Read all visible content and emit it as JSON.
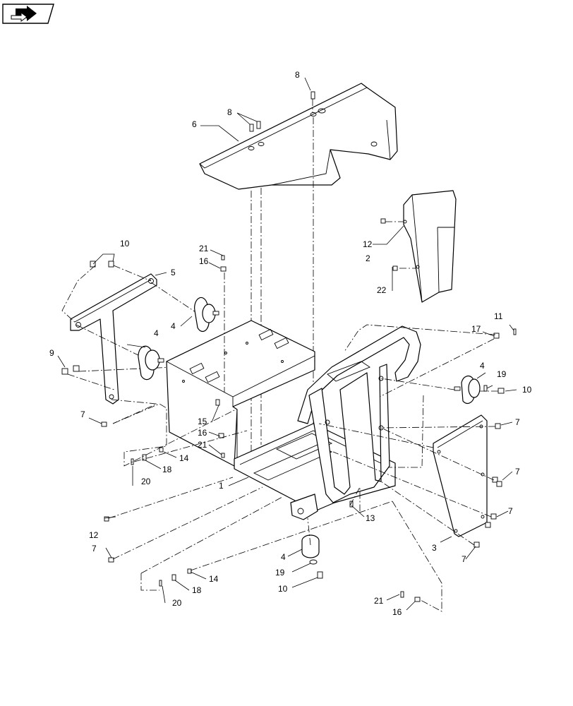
{
  "nav_icon": "right-arrow-icon",
  "callouts": [
    {
      "id": "c8a",
      "text": "8"
    },
    {
      "id": "c8b",
      "text": "8"
    },
    {
      "id": "c6",
      "text": "6"
    },
    {
      "id": "c12a",
      "text": "12"
    },
    {
      "id": "c2",
      "text": "2"
    },
    {
      "id": "c22",
      "text": "22"
    },
    {
      "id": "c10a",
      "text": "10"
    },
    {
      "id": "c5",
      "text": "5"
    },
    {
      "id": "c21a",
      "text": "21"
    },
    {
      "id": "c16a",
      "text": "16"
    },
    {
      "id": "c4a",
      "text": "4"
    },
    {
      "id": "c4b",
      "text": "4"
    },
    {
      "id": "c9",
      "text": "9"
    },
    {
      "id": "c7a",
      "text": "7"
    },
    {
      "id": "c15",
      "text": "15"
    },
    {
      "id": "c16b",
      "text": "16"
    },
    {
      "id": "c21b",
      "text": "21"
    },
    {
      "id": "c14a",
      "text": "14"
    },
    {
      "id": "c18a",
      "text": "18"
    },
    {
      "id": "c20a",
      "text": "20"
    },
    {
      "id": "c1",
      "text": "1"
    },
    {
      "id": "c11",
      "text": "11"
    },
    {
      "id": "c17",
      "text": "17"
    },
    {
      "id": "c4c",
      "text": "4"
    },
    {
      "id": "c19a",
      "text": "19"
    },
    {
      "id": "c10b",
      "text": "10"
    },
    {
      "id": "c7b",
      "text": "7"
    },
    {
      "id": "c7c",
      "text": "7"
    },
    {
      "id": "c7d",
      "text": "7"
    },
    {
      "id": "c3",
      "text": "3"
    },
    {
      "id": "c7e",
      "text": "7"
    },
    {
      "id": "c13",
      "text": "13"
    },
    {
      "id": "c12b",
      "text": "12"
    },
    {
      "id": "c7f",
      "text": "7"
    },
    {
      "id": "c4d",
      "text": "4"
    },
    {
      "id": "c19b",
      "text": "19"
    },
    {
      "id": "c10c",
      "text": "10"
    },
    {
      "id": "c14b",
      "text": "14"
    },
    {
      "id": "c18b",
      "text": "18"
    },
    {
      "id": "c20b",
      "text": "20"
    },
    {
      "id": "c21c",
      "text": "21"
    },
    {
      "id": "c16c",
      "text": "16"
    }
  ]
}
